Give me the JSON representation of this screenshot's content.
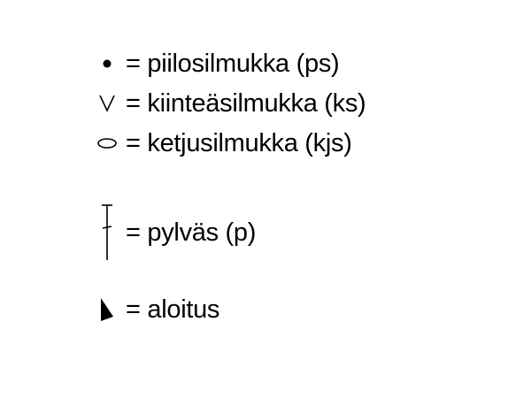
{
  "legend": {
    "items": [
      {
        "symbol": "dot-icon",
        "text": "= piilosilmukka (ps)"
      },
      {
        "symbol": "v-stitch-icon",
        "text": "= kiinteäsilmukka (ks)"
      },
      {
        "symbol": "oval-icon",
        "text": "= ketjusilmukka (kjs)"
      },
      {
        "symbol": "t-post-icon",
        "text": "= pylväs (p)"
      },
      {
        "symbol": "start-triangle-icon",
        "text": "= aloitus"
      }
    ]
  }
}
